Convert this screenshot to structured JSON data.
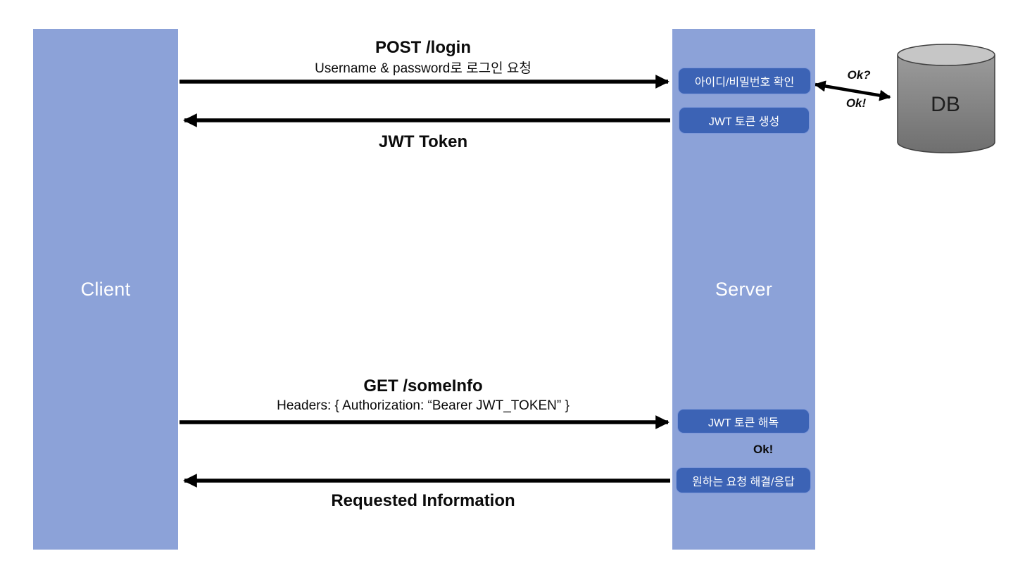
{
  "lanes": {
    "client": {
      "label": "Client"
    },
    "server": {
      "label": "Server"
    }
  },
  "database": {
    "label": "DB",
    "request_label": "Ok?",
    "response_label": "Ok!"
  },
  "flows": {
    "login_request": {
      "title": "POST /login",
      "subtitle": "Username & password로 로그인 요청"
    },
    "login_response": {
      "title": "JWT Token"
    },
    "info_request": {
      "title": "GET /someInfo",
      "subtitle": "Headers: { Authorization: “Bearer JWT_TOKEN” }"
    },
    "info_response": {
      "title": "Requested Information"
    },
    "decode_ok_label": "Ok!"
  },
  "server_steps": {
    "verify_credentials": {
      "label": "아이디/비밀번호 확인"
    },
    "generate_token": {
      "label": "JWT 토큰 생성"
    },
    "decode_token": {
      "label": "JWT 토큰 해독"
    },
    "resolve_request": {
      "label": "원하는 요청 해결/응답"
    }
  },
  "colors": {
    "lane_fill": "#8CA2D8",
    "step_fill": "#3C63B5",
    "step_border": "#7B96D8",
    "arrow": "#000000"
  }
}
